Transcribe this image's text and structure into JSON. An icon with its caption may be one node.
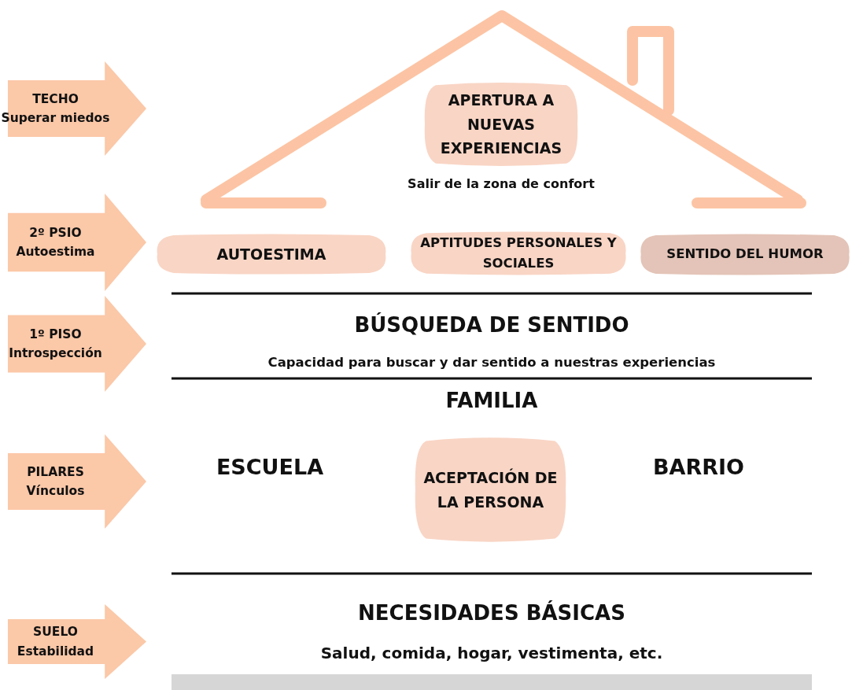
{
  "diagram": {
    "nodes": [
      {
        "text": [
          "TECHO",
          "Superar miedos"
        ]
      },
      {
        "text": [
          "APERTURA A NUEVAS EXPERIENCIAS"
        ],
        "beside": [
          "Salir de la zona de confort"
        ]
      },
      {
        "text": [
          "2º PSIO",
          "Autoestima"
        ]
      },
      {
        "text": [
          "AUTOESTIMA"
        ]
      },
      {
        "text": [
          "APTITUDES PERSONALES Y SOCIALES"
        ]
      },
      {
        "text": [
          "SENTIDO DEL HUMOR"
        ]
      },
      {
        "text": [
          "1º PISO",
          "Introspección"
        ]
      },
      {
        "text": [
          "PILARES",
          "Vínculos"
        ]
      },
      {
        "text": [
          "ACEPTACIÓN DE LA PERSONA"
        ]
      },
      {
        "text": [
          "SUELO",
          "Estabilidad"
        ]
      }
    ],
    "labels": [
      "BÚSQUEDA DE SENTIDO",
      "Capacidad para buscar y dar sentido a nuestras experiencias",
      "FAMILIA",
      "ESCUELA",
      "BARRIO",
      "NECESIDADES BÁSICAS",
      "Salud, comida, hogar, vestimenta, etc."
    ]
  }
}
